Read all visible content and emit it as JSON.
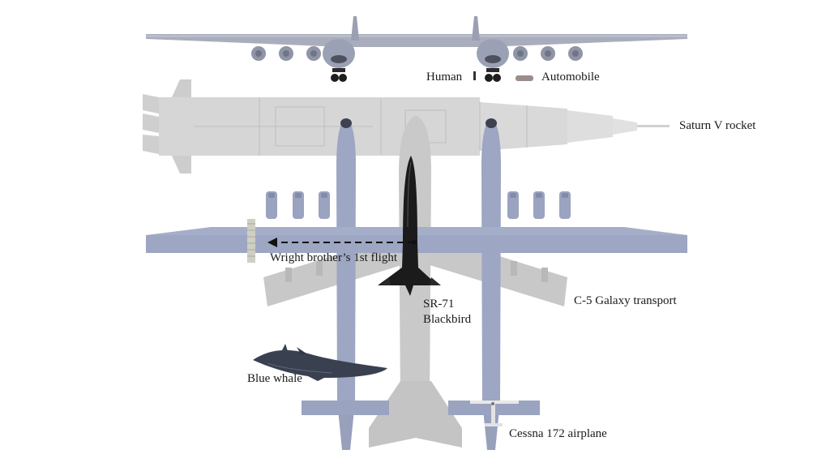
{
  "labels": {
    "human": "Human",
    "automobile": "Automobile",
    "saturn_v": "Saturn V rocket",
    "wright_flight": "Wright brother’s 1st flight",
    "sr71_line1": "SR-71",
    "sr71_line2": "Blackbird",
    "c5": "C-5 Galaxy transport",
    "blue_whale": "Blue whale",
    "cessna": "Cessna 172 airplane"
  },
  "colors": {
    "stratolaunch_top": "#a9adbc",
    "stratolaunch_main": "#9da6c2",
    "stratolaunch_dark": "#8890a8",
    "saturn_v": "#d6d6d6",
    "c5_galaxy": "#c8c8c8",
    "sr71": "#1b1b1b",
    "whale": "#394150",
    "text": "#1a1a1a"
  }
}
